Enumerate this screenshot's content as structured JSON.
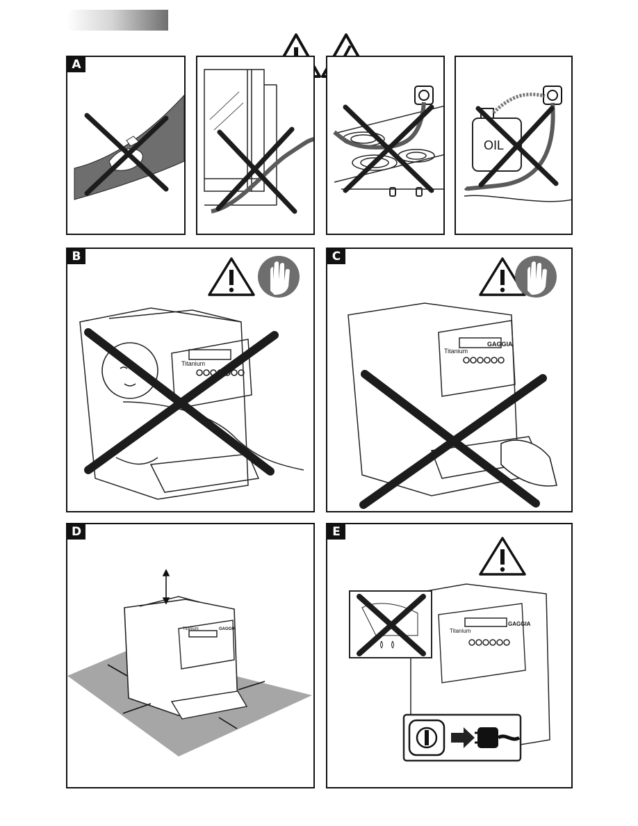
{
  "header": {
    "section_bar": ""
  },
  "panels": {
    "A": {
      "label": "A",
      "oil_can_text": "OIL"
    },
    "B": {
      "label": "B",
      "brand_text": "Titanium"
    },
    "C": {
      "label": "C",
      "brand_text": "Titanium",
      "logo_text": "GAGGIA"
    },
    "D": {
      "label": "D",
      "brand_text": "Titanium",
      "logo_text": "GAGGIA"
    },
    "E": {
      "label": "E",
      "brand_text": "Titanium",
      "logo_text": "GAGGIA"
    }
  },
  "icons": {
    "warning": "warning-triangle-icon",
    "electric": "electric-hazard-icon",
    "stop": "stop-hand-icon",
    "plug": "plug-icon",
    "socket": "wall-socket-icon"
  },
  "colors": {
    "ink": "#1c1c1c",
    "floor": "#a6a6a6",
    "stop_circle": "#6e6e6e"
  }
}
